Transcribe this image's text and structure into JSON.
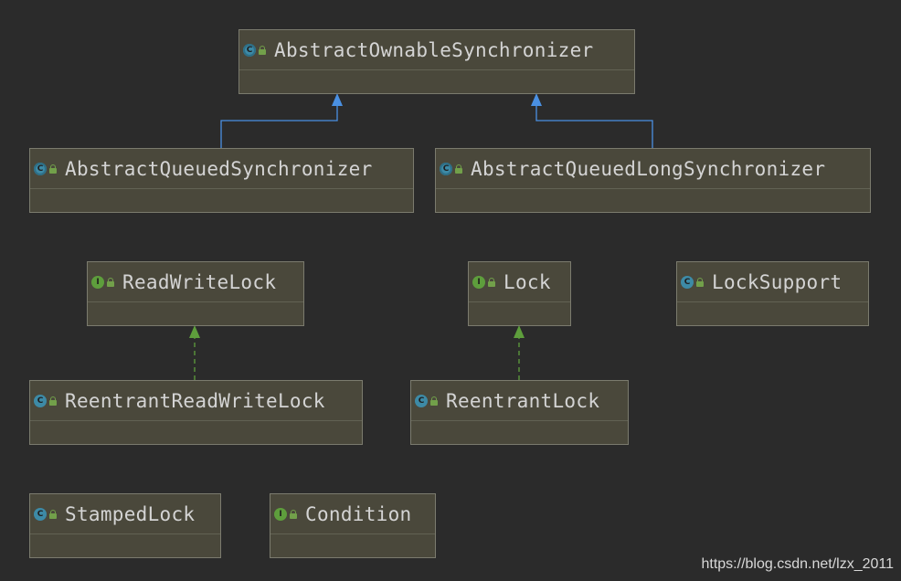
{
  "diagram": {
    "nodes": [
      {
        "id": "aos",
        "name": "AbstractOwnableSynchronizer",
        "kind": "abstract-class",
        "icon": "abstract-class-icon"
      },
      {
        "id": "aqs",
        "name": "AbstractQueuedSynchronizer",
        "kind": "abstract-class",
        "icon": "abstract-class-icon"
      },
      {
        "id": "aqls",
        "name": "AbstractQueuedLongSynchronizer",
        "kind": "abstract-class",
        "icon": "abstract-class-icon"
      },
      {
        "id": "rwl",
        "name": "ReadWriteLock",
        "kind": "interface",
        "icon": "interface-icon"
      },
      {
        "id": "lock",
        "name": "Lock",
        "kind": "interface",
        "icon": "interface-icon"
      },
      {
        "id": "ls",
        "name": "LockSupport",
        "kind": "class",
        "icon": "class-icon"
      },
      {
        "id": "rrwl",
        "name": "ReentrantReadWriteLock",
        "kind": "class",
        "icon": "class-icon"
      },
      {
        "id": "rl",
        "name": "ReentrantLock",
        "kind": "class",
        "icon": "class-icon"
      },
      {
        "id": "sl",
        "name": "StampedLock",
        "kind": "class",
        "icon": "class-icon"
      },
      {
        "id": "cond",
        "name": "Condition",
        "kind": "interface",
        "icon": "interface-icon"
      }
    ],
    "edges": [
      {
        "from": "aqs",
        "to": "aos",
        "type": "extends"
      },
      {
        "from": "aqls",
        "to": "aos",
        "type": "extends"
      },
      {
        "from": "rrwl",
        "to": "rwl",
        "type": "implements"
      },
      {
        "from": "rl",
        "to": "lock",
        "type": "implements"
      }
    ],
    "colors": {
      "background": "#2b2b2b",
      "node_fill": "#4a483b",
      "node_border": "#7b7b6e",
      "extends_edge": "#4a90e2",
      "implements_edge": "#5e9e3c",
      "class_icon": "#3d8aa6",
      "interface_icon": "#5e9e3c"
    }
  },
  "watermark": "https://blog.csdn.net/lzx_2011"
}
